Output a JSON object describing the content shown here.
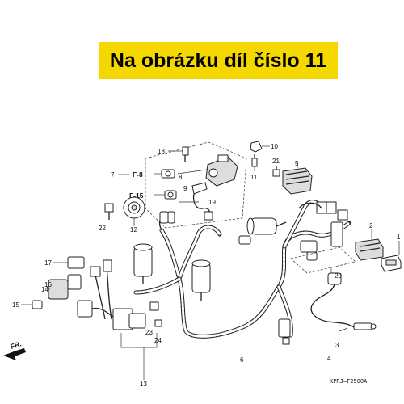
{
  "banner": {
    "text": "Na obrázku díl číslo 11",
    "color": "#f5d800"
  },
  "callouts": {
    "c1": "1",
    "c2": "2",
    "c3": "3",
    "c4": "4",
    "c5": "5",
    "c6": "6",
    "c7": "7",
    "c8": "8",
    "c9": "9",
    "c10": "10",
    "c11": "11",
    "c12": "12",
    "c13": "13",
    "c14": "14",
    "c15": "15",
    "c16": "16",
    "c17": "17",
    "c18": "18",
    "c19": "19",
    "c20": "20",
    "c21": "21",
    "c22": "22",
    "c23": "23",
    "c24": "24"
  },
  "refs": {
    "f8": "F-8",
    "f15": "F-15"
  },
  "direction": {
    "label": "FR."
  },
  "diagram_code": "KPRJ—F2500A"
}
